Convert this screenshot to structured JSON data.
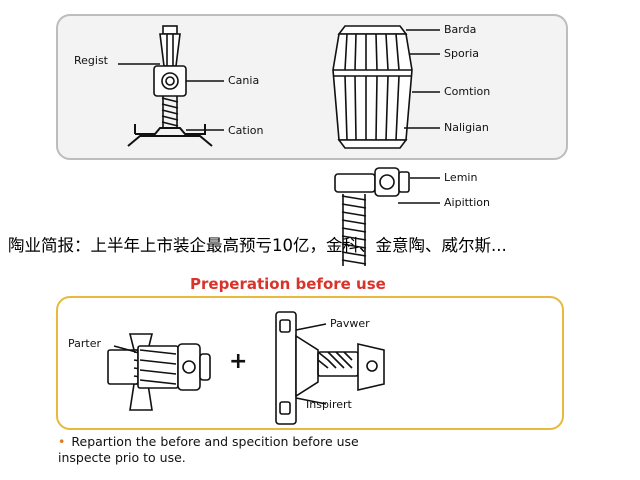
{
  "top_panel": {
    "left_part_labels": {
      "regist": "Regist",
      "cania": "Cania",
      "cation": "Cation"
    },
    "right_part_labels": {
      "barda": "Barda",
      "sporia": "Sporia",
      "comtion": "Comtion",
      "naligian": "Naligian"
    },
    "small_part_labels": {
      "lemin": "Lemin",
      "aipittion": "Aipittion"
    }
  },
  "caption": "陶业简报：上半年上市装企最高预亏10亿，金科、金意陶、威尔斯...",
  "bottom_panel": {
    "title": "Preperation before use",
    "labels": {
      "parter": "Parter",
      "pavwer": "Pavwer",
      "inspirert": "Inspirert"
    },
    "plus_sign": "+",
    "note_bullet": "•",
    "note_line1": "Repartion the before and specition before use",
    "note_line2": "inspecte prio to use."
  },
  "colors": {
    "title_red": "#d9332a",
    "bottom_border": "#e8b93a",
    "top_border": "#bdbdbd",
    "bullet": "#e07b1a"
  }
}
